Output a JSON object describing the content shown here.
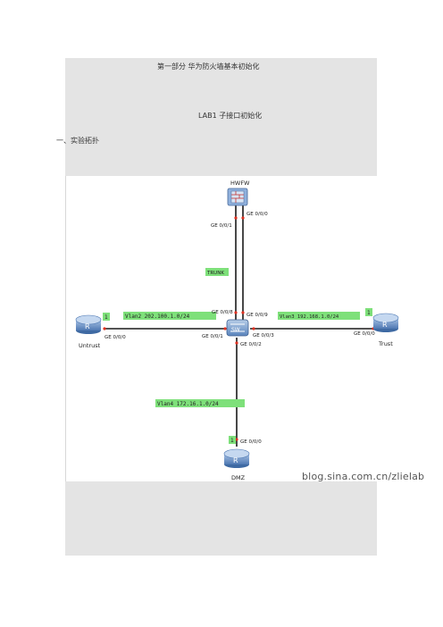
{
  "header": {
    "title": "第一部分 华为防火墙基本初始化",
    "subtitle": "LAB1 子接口初始化",
    "section": "一、实验拓扑"
  },
  "topology": {
    "nodes": {
      "fw": "HWFW",
      "sw": "SW",
      "untrust": "Untrust",
      "trust": "Trust",
      "dmz": "DMZ"
    },
    "ports": {
      "fw_ge001": "GE 0/0/1",
      "fw_ge000": "GE 0/0/0",
      "sw_ge008": "GE 0/0/8",
      "sw_ge009": "GE 0/0/9",
      "sw_ge001": "GE 0/0/1",
      "sw_ge003": "GE 0/0/3",
      "sw_ge002": "GE 0/0/2",
      "untrust_ge000": "GE 0/0/0",
      "trust_ge000": "GE 0/0/0",
      "dmz_ge000": "GE 0/0/0"
    },
    "links": {
      "trunk": "TRUNK",
      "vlan2": "Vlan2 202.100.1.0/24",
      "vlan3": "Vlan3 192.168.1.0/24",
      "vlan4": "Vlan4 172.16.1.0/24"
    },
    "badges": {
      "untrust": "1",
      "trust": "1",
      "dmz": "1"
    },
    "colors": {
      "link": "#1a1a1a",
      "endpoint": "#e03020",
      "label_bg": "#7ee07a",
      "device": "#6f95c8"
    }
  },
  "watermark": "blog.sina.com.cn/zlielab"
}
